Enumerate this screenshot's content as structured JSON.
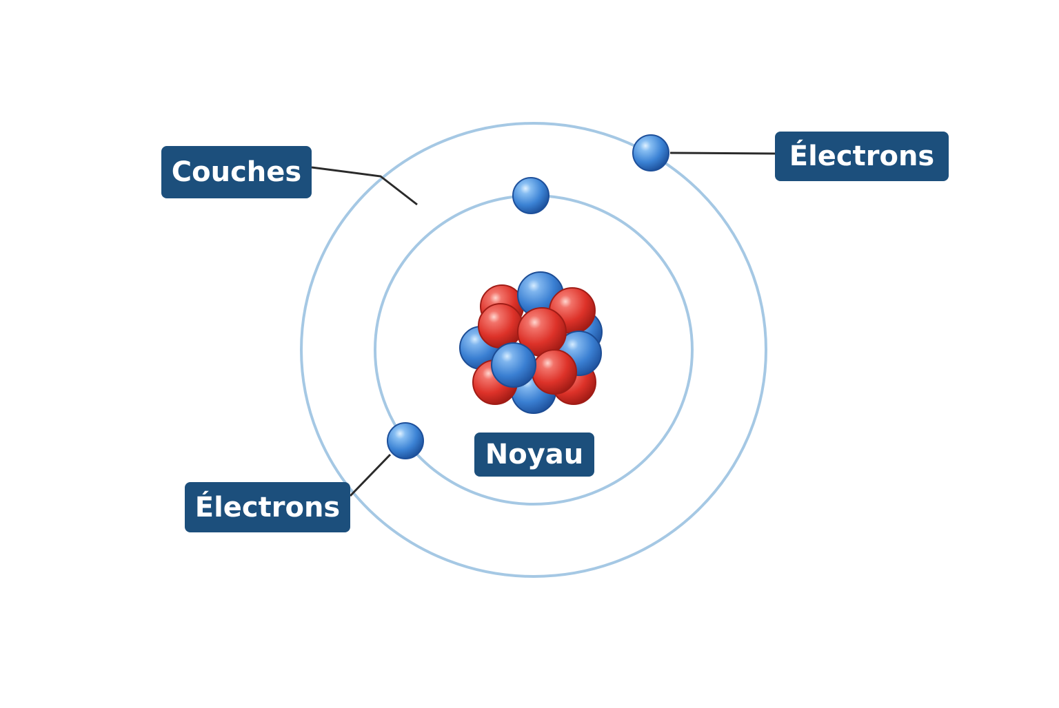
{
  "labels": {
    "shells": "Couches",
    "electrons_top": "Électrons",
    "electrons_bottom": "Électrons",
    "nucleus": "Noyau"
  },
  "colors": {
    "background": "#ffffff",
    "orbit": "#a5c8e4",
    "label_bg": "#1c4f7c",
    "label_text": "#ffffff",
    "leader_line": "#2a2a2a",
    "electron": "#3f86d6",
    "proton": "#e2372f",
    "neutron": "#3f86d6"
  },
  "icons": {
    "electron": "electron-icon",
    "proton": "proton-icon",
    "neutron": "neutron-icon"
  },
  "counts": {
    "shells": 2,
    "electrons": 3
  }
}
